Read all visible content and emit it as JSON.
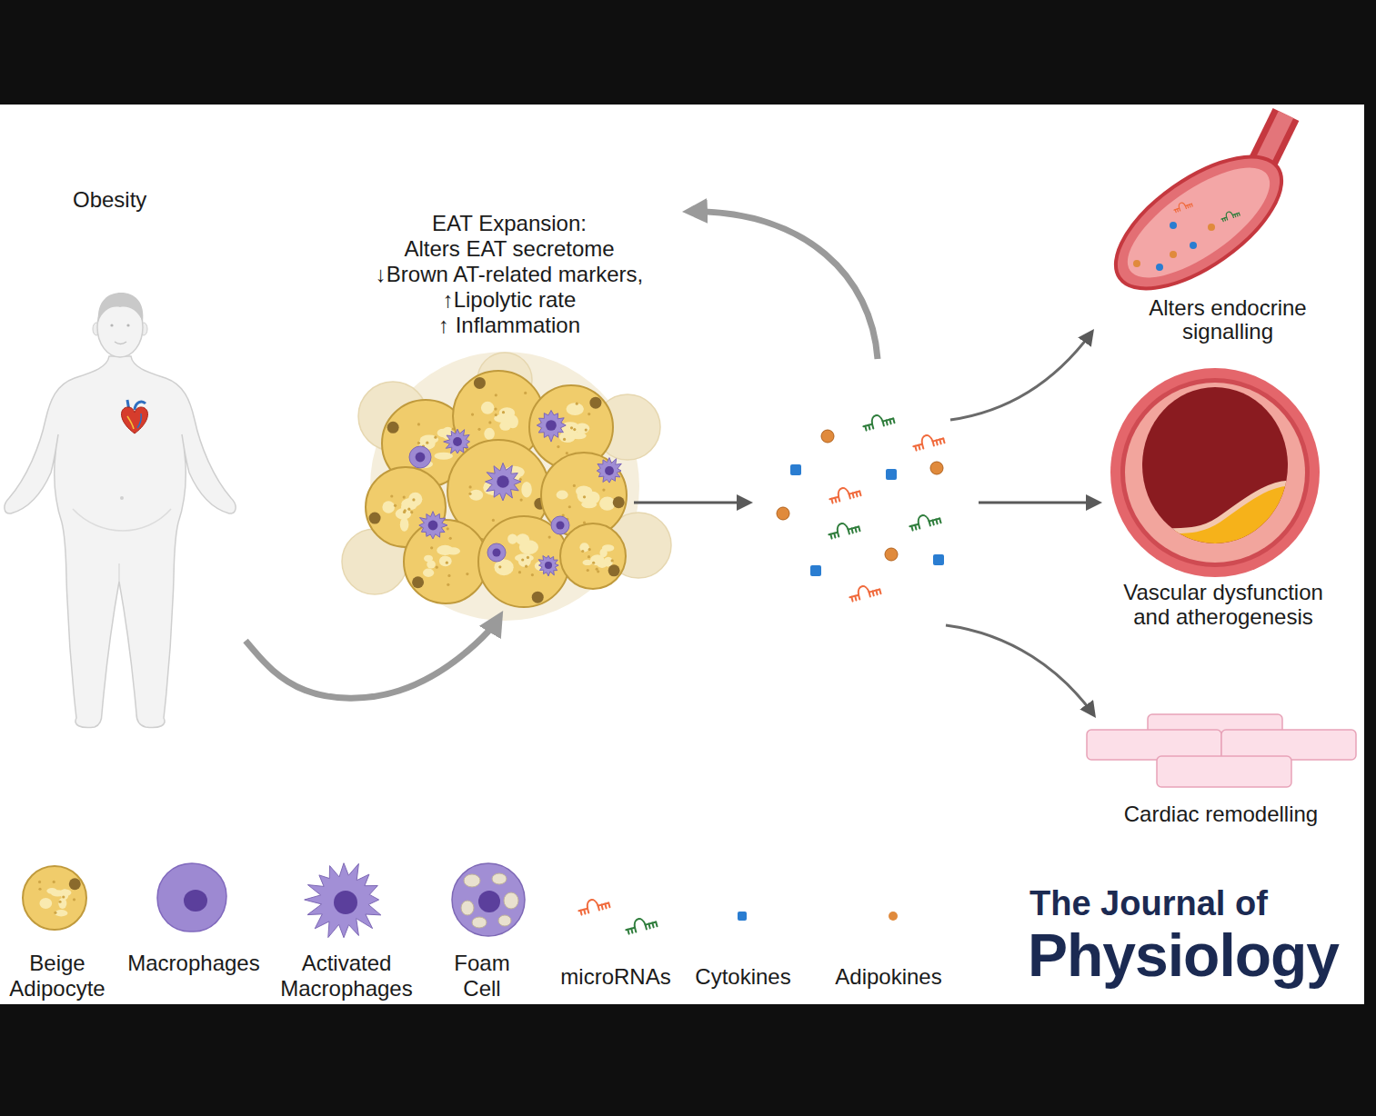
{
  "diagram": {
    "nodes": [
      {
        "text": [
          "Obesity"
        ]
      },
      {
        "text": [
          "EAT Expansion:",
          "Alters EAT secretome",
          "↓Brown AT-related markers,",
          "↑Lipolytic rate",
          "↑ Inflammation"
        ]
      },
      {
        "text": [
          "Alters endocrine signalling"
        ]
      },
      {
        "text": [
          "Vascular dysfunction and atherogenesis"
        ]
      },
      {
        "text": [
          "Cardiac remodelling"
        ]
      }
    ],
    "edges": [
      {
        "from": 0,
        "to": 1,
        "arrow": "to"
      }
    ],
    "labels": [
      "The Journal of",
      "Physiology"
    ],
    "legend": [
      {
        "text": "Beige Adipocyte"
      },
      {
        "text": "Macrophages"
      },
      {
        "text": "Activated Macrophages"
      },
      {
        "text": "Foam Cell"
      },
      {
        "text": "microRNAs"
      },
      {
        "text": "Cytokines",
        "color": "#2a7dd1"
      },
      {
        "text": "Adipokines",
        "color": "#e08a3c"
      }
    ]
  }
}
